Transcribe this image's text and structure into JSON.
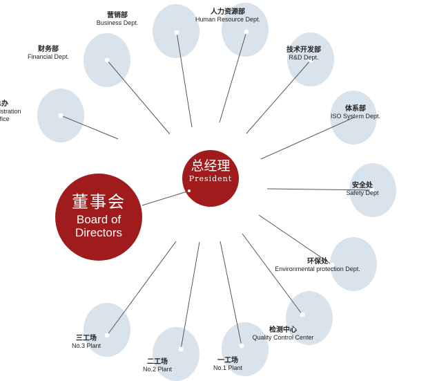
{
  "center": {
    "zh": "总经理",
    "en": "President"
  },
  "board": {
    "zh": "董事会",
    "en_line1": "Board of",
    "en_line2": "Directors"
  },
  "departments": [
    {
      "zh": "总办",
      "en": "Administration",
      "en2": "Office"
    },
    {
      "zh": "财务部",
      "en": "Financial Dept."
    },
    {
      "zh": "营销部",
      "en": "Business Dept."
    },
    {
      "zh": "人力资源部",
      "en": "Human Resource Dept."
    },
    {
      "zh": "技术开发部",
      "en": "R&D Dept."
    },
    {
      "zh": "体系部",
      "en": "ISO System Dept."
    },
    {
      "zh": "安全处",
      "en": "Safety Dept"
    },
    {
      "zh": "环保处",
      "en": "Environmental protection Dept."
    },
    {
      "zh": "检测中心",
      "en": "Quality Control Center"
    },
    {
      "zh": "一工场",
      "en": "No.1 Plant"
    },
    {
      "zh": "二工场",
      "en": "No.2 Plant"
    },
    {
      "zh": "三工场",
      "en": "No.3 Plant"
    }
  ],
  "colors": {
    "accent": "#a01c1c",
    "bubble": "#d9e3ec",
    "line": "#555555"
  }
}
